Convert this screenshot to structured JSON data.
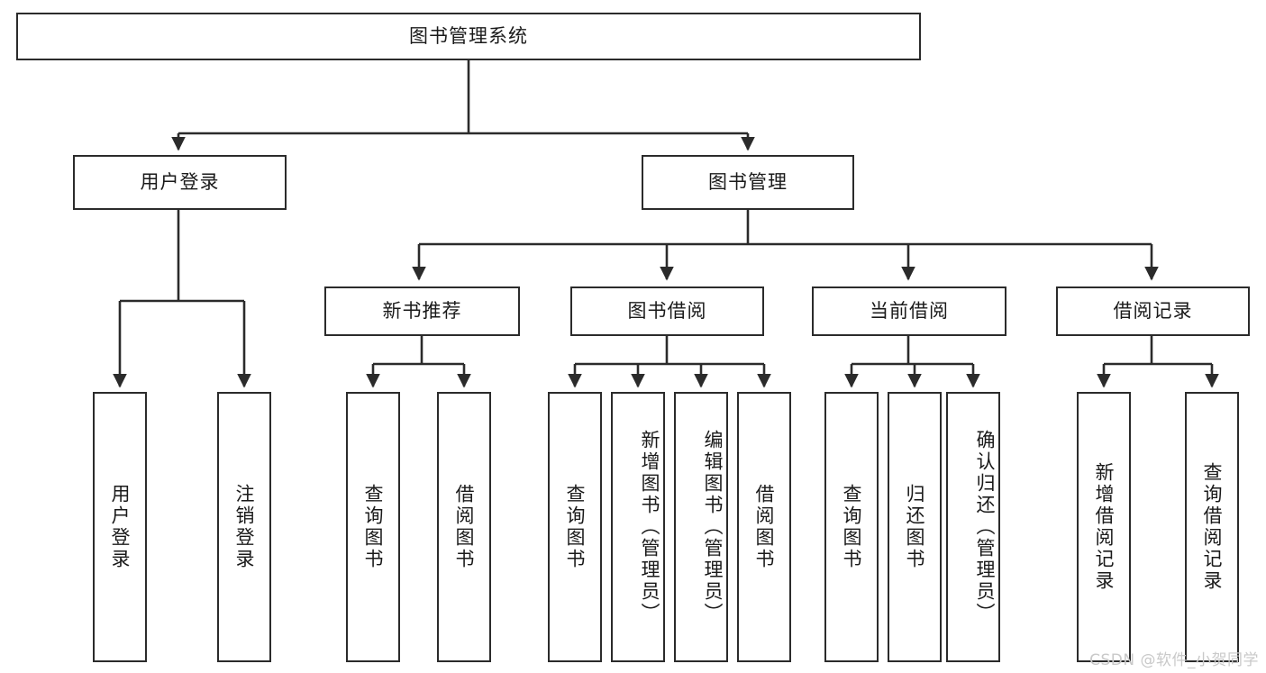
{
  "diagram": {
    "type": "hierarchy-tree",
    "title": "图书管理系统",
    "root": {
      "id": "root",
      "label": "图书管理系统",
      "orientation": "horizontal"
    },
    "level2": [
      {
        "id": "user-login",
        "label": "用户登录",
        "orientation": "horizontal"
      },
      {
        "id": "book-manage",
        "label": "图书管理",
        "orientation": "horizontal"
      }
    ],
    "level3": [
      {
        "id": "new-book-rec",
        "label": "新书推荐",
        "orientation": "horizontal",
        "parent": "book-manage"
      },
      {
        "id": "book-borrow",
        "label": "图书借阅",
        "orientation": "horizontal",
        "parent": "book-manage"
      },
      {
        "id": "current-borrow",
        "label": "当前借阅",
        "orientation": "horizontal",
        "parent": "book-manage"
      },
      {
        "id": "borrow-record",
        "label": "借阅记录",
        "orientation": "horizontal",
        "parent": "book-manage"
      }
    ],
    "leaves": {
      "user_login": [
        {
          "id": "leaf-user-login",
          "label": "用户登录"
        },
        {
          "id": "leaf-user-logout",
          "label": "注销登录"
        }
      ],
      "new_book_rec": [
        {
          "id": "leaf-query-book-1",
          "label": "查询图书"
        },
        {
          "id": "leaf-borrow-book-1",
          "label": "借阅图书"
        }
      ],
      "book_borrow": [
        {
          "id": "leaf-query-book-2",
          "label": "查询图书"
        },
        {
          "id": "leaf-add-book",
          "label": "新增图书（管理员）"
        },
        {
          "id": "leaf-edit-book",
          "label": "编辑图书（管理员）"
        },
        {
          "id": "leaf-borrow-book-2",
          "label": "借阅图书"
        }
      ],
      "current_borrow": [
        {
          "id": "leaf-query-book-3",
          "label": "查询图书"
        },
        {
          "id": "leaf-return-book",
          "label": "归还图书"
        },
        {
          "id": "leaf-confirm-return",
          "label": "确认归还（管理员）"
        }
      ],
      "borrow_record": [
        {
          "id": "leaf-add-record",
          "label": "新增借阅记录"
        },
        {
          "id": "leaf-query-record",
          "label": "查询借阅记录"
        }
      ]
    },
    "colors": {
      "stroke": "#2b2b2b",
      "fill": "#ffffff",
      "text": "#1a1a1a",
      "watermark": "#c9c9c9"
    }
  },
  "watermark": {
    "text": "CSDN @软件_小贺同学"
  }
}
